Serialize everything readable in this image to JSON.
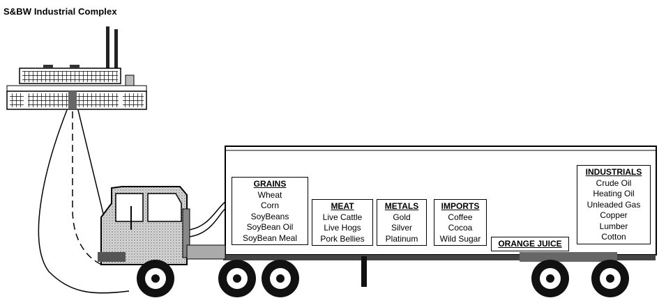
{
  "title": "S&BW Industrial Complex",
  "categories": [
    {
      "key": "grains",
      "header": "GRAINS",
      "items": [
        "Wheat",
        "Corn",
        "SoyBeans",
        "SoyBean Oil",
        "SoyBean Meal"
      ]
    },
    {
      "key": "meat",
      "header": "MEAT",
      "items": [
        "Live Cattle",
        "Live Hogs",
        "Pork Bellies"
      ]
    },
    {
      "key": "metals",
      "header": "METALS",
      "items": [
        "Gold",
        "Silver",
        "Platinum"
      ]
    },
    {
      "key": "imports",
      "header": "IMPORTS",
      "items": [
        "Coffee",
        "Cocoa",
        "Wild Sugar"
      ]
    },
    {
      "key": "orange-juice",
      "header": "ORANGE JUICE",
      "items": []
    },
    {
      "key": "industrials",
      "header": "INDUSTRIALS",
      "items": [
        "Crude Oil",
        "Heating Oil",
        "Unleaded Gas",
        "Copper",
        "Lumber",
        "Cotton"
      ]
    }
  ]
}
